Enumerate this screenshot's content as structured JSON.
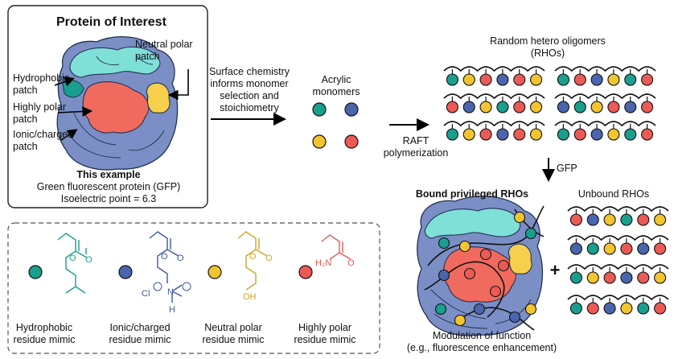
{
  "protein_box": {
    "title": "Protein of Interest",
    "labels": {
      "hydrophobic": [
        "Hydrophobic",
        "patch"
      ],
      "highly_polar": [
        "Highly polar",
        "patch"
      ],
      "ionic": [
        "Ionic/charged",
        "patch"
      ],
      "neutral": [
        "Neutral polar",
        "patch"
      ]
    },
    "example_title": "This example",
    "example_protein": "Green fluorescent protein (GFP)",
    "example_pi": "Isoelectric point = 6.3"
  },
  "surface_chem_text": [
    "Surface chemistry",
    "informs monomer",
    "selection and",
    "stoichiometry"
  ],
  "monomers_label": [
    "Acrylic",
    "monomers"
  ],
  "raft_label": [
    "RAFT",
    "polymerization"
  ],
  "rhos_label": [
    "Random hetero oligomers",
    "(RHOs)"
  ],
  "gfp_label": "GFP",
  "bound_label": "Bound privileged RHOs",
  "unbound_label": "Unbound RHOs",
  "plus": "+",
  "modulation_label": [
    "Modulation of function",
    "(e.g., fluorescence enhancement)"
  ],
  "legend": {
    "items": [
      {
        "label": [
          "Hydrophobic",
          "residue mimic"
        ],
        "color": "#1a9e8e"
      },
      {
        "label": [
          "Ionic/charged",
          "residue mimic"
        ],
        "color": "#4a65ad"
      },
      {
        "label": [
          "Neutral polar",
          "residue mimic"
        ],
        "color": "#f2c530"
      },
      {
        "label": [
          "Highly polar",
          "residue mimic"
        ],
        "color": "#ec5a55"
      }
    ],
    "chem_text": {
      "cl": "Cl",
      "n": "N",
      "h": "H",
      "oh": "OH",
      "h2n": "H₂N",
      "o": "O"
    }
  },
  "colors": {
    "teal": "#1a9e8e",
    "blue": "#4a65ad",
    "yellow": "#f2c530",
    "red": "#ec5a55",
    "protein_blue": "#7b8fc6",
    "protein_cyan": "#7fe0d8",
    "protein_red": "#f06b5e",
    "protein_yellow": "#f6d04d"
  }
}
